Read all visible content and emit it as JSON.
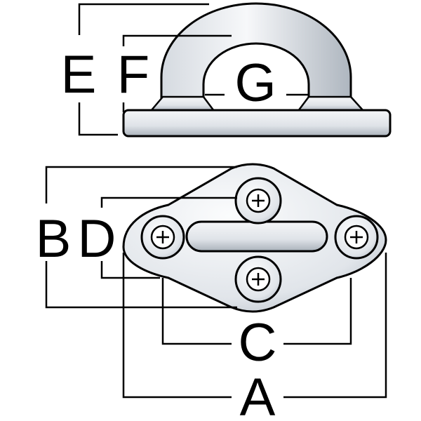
{
  "labels": {
    "E": "E",
    "F": "F",
    "G": "G",
    "B": "B",
    "D": "D",
    "C": "C",
    "A": "A"
  },
  "colors": {
    "line": "#000000",
    "metal_light": "#f2f4f7",
    "metal_mid": "#cdd3db",
    "metal_dark": "#9aa3ad",
    "background": "#ffffff"
  },
  "icons": {
    "screw": "phillips-screw-icon"
  }
}
